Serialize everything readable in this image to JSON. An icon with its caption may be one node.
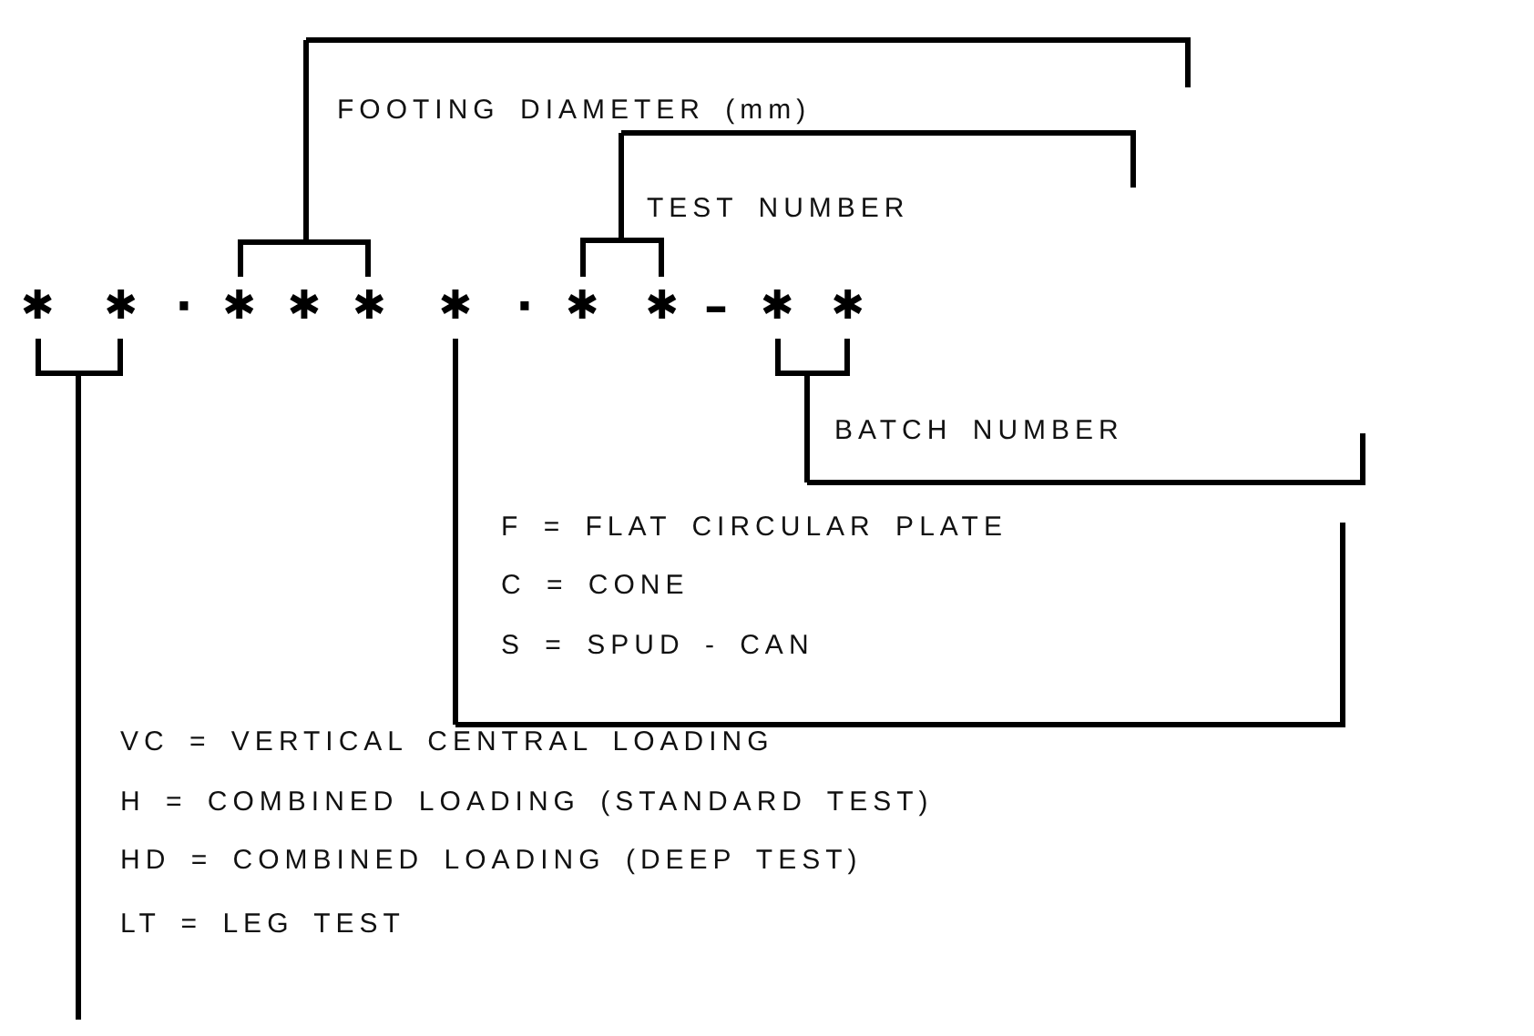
{
  "diagram": {
    "nodes": [
      {
        "text": [
          "✱ ✱"
        ]
      },
      {
        "text": [
          "✱ ✱ ✱"
        ]
      },
      {
        "text": [
          "✱"
        ]
      },
      {
        "text": [
          "✱ ✱"
        ]
      },
      {
        "text": [
          "✱ ✱"
        ]
      },
      {
        "text": [
          "FOOTING DIAMETER (mm)"
        ]
      },
      {
        "text": [
          "TEST NUMBER"
        ]
      },
      {
        "text": [
          "BATCH NUMBER"
        ]
      },
      {
        "text": [
          "F = FLAT CIRCULAR PLATE",
          "C = CONE",
          "S = SPUD - CAN"
        ]
      },
      {
        "text": [
          "VC = VERTICAL CENTRAL LOADING",
          "H = COMBINED LOADING (STANDARD TEST)",
          "HD = COMBINED LOADING (DEEP TEST)",
          "LT = LEG TEST"
        ]
      }
    ],
    "edges": [
      {
        "from": 5,
        "to": 1,
        "arrow": "none"
      },
      {
        "from": 6,
        "to": 3,
        "arrow": "none"
      },
      {
        "from": 7,
        "to": 4,
        "arrow": "none"
      },
      {
        "from": 8,
        "to": 2,
        "arrow": "none"
      },
      {
        "from": 9,
        "to": 0,
        "arrow": "none"
      }
    ],
    "labels": [
      "·",
      "·",
      "–"
    ]
  }
}
